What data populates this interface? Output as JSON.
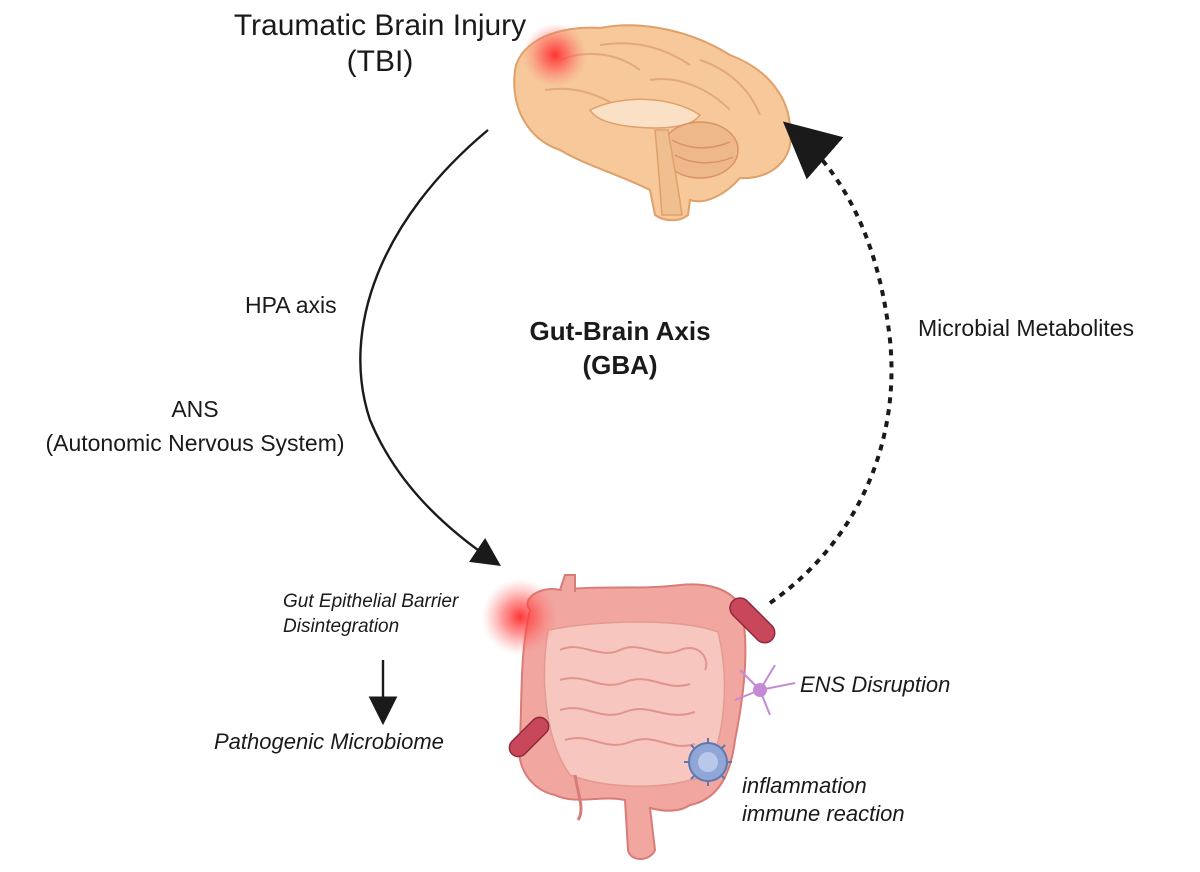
{
  "title": {
    "line1": "Traumatic Brain Injury",
    "line2": "(TBI)"
  },
  "center": {
    "line1": "Gut-Brain Axis",
    "line2": "(GBA)"
  },
  "left_path": {
    "label1": "HPA axis",
    "label2": "ANS",
    "label3": "(Autonomic Nervous System)"
  },
  "right_path": {
    "label": "Microbial Metabolites"
  },
  "gut": {
    "barrier_line1": "Gut Epithelial Barrier",
    "barrier_line2": "Disintegration",
    "pathogenic": "Pathogenic Microbiome",
    "ens": "ENS Disruption",
    "inflammation_line1": "inflammation",
    "inflammation_line2": "immune reaction"
  },
  "icons": [
    "brain-icon",
    "intestine-icon",
    "bacteria-icon",
    "neuron-icon",
    "immune-cell-icon",
    "injury-glow-icon"
  ],
  "colors": {
    "brain": "#f6c89a",
    "brain_outline": "#e0a06a",
    "intestine": "#f2a6a0",
    "intestine_inner": "#f7c7bf",
    "injury": "#ff3b3b",
    "bacteria": "#c8475a",
    "neuron": "#c48ad6",
    "immune": "#8fa6d6"
  }
}
